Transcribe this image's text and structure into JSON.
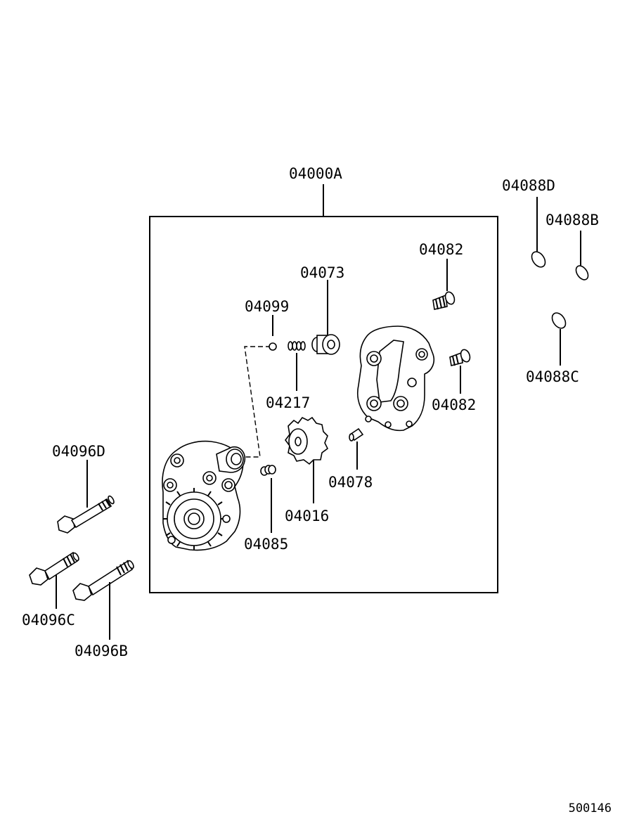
{
  "diagram": {
    "assembly_label": "04000A",
    "parts": {
      "p04099": "04099",
      "p04073": "04073",
      "p04082_top": "04082",
      "p04082_right": "04082",
      "p04217": "04217",
      "p04016": "04016",
      "p04078": "04078",
      "p04085": "04085",
      "p04088D": "04088D",
      "p04088B": "04088B",
      "p04088C": "04088C",
      "p04096D": "04096D",
      "p04096C": "04096C",
      "p04096B": "04096B"
    },
    "figure_code": "500146"
  }
}
